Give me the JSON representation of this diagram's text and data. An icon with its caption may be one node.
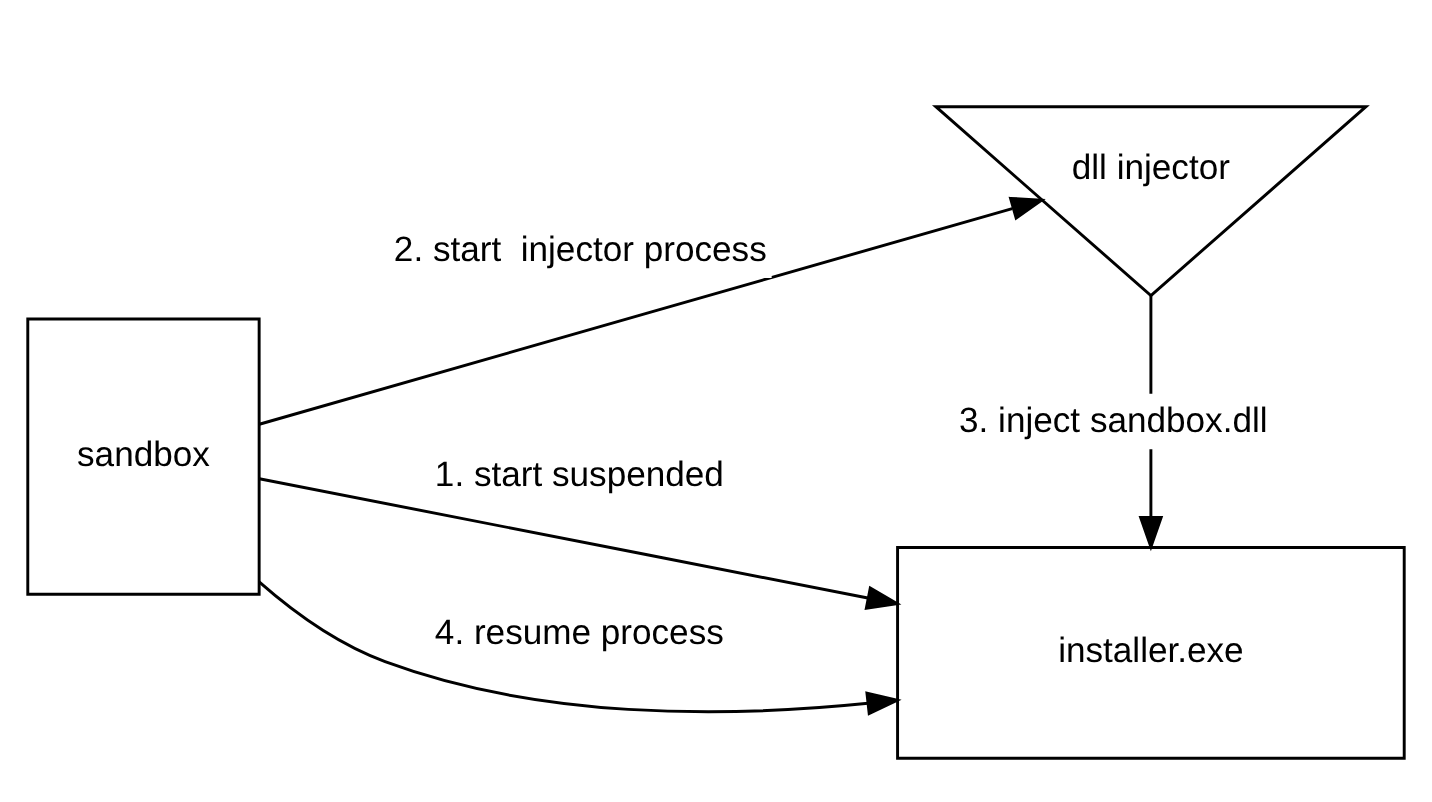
{
  "diagram": {
    "nodes": [
      {
        "text": [
          "sandbox"
        ]
      },
      {
        "text": [
          "dll injector"
        ]
      },
      {
        "text": [
          "installer.exe"
        ]
      }
    ],
    "edges": [
      {
        "from": 0,
        "to": 2,
        "arrow": "to",
        "label": "1. start suspended"
      },
      {
        "from": 0,
        "to": 1,
        "arrow": "to",
        "label": "2. start  injector process"
      },
      {
        "from": 1,
        "to": 2,
        "arrow": "to",
        "label": "3. inject sandbox.dll"
      },
      {
        "from": 0,
        "to": 2,
        "arrow": "to",
        "label": "4. resume process"
      }
    ]
  }
}
